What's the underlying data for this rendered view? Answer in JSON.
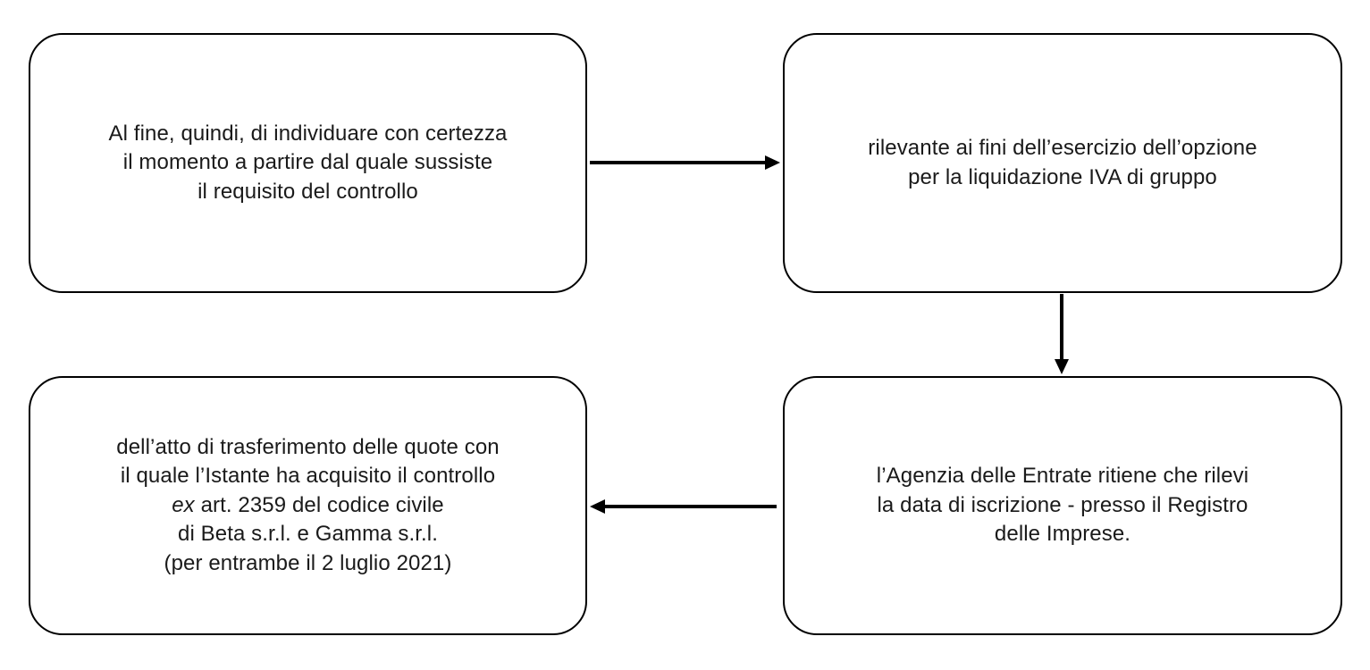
{
  "diagram": {
    "type": "flowchart",
    "language": "it",
    "colors": {
      "background": "#ffffff",
      "box_fill": "#ffffff",
      "box_border": "#000000",
      "arrow": "#000000",
      "text": "#1a1a1a"
    },
    "boxes": [
      {
        "id": "box-1",
        "position": "top-left",
        "lines": [
          "Al fine, quindi, di individuare con certezza",
          "il momento a partire dal quale sussiste",
          "il requisito del controllo"
        ]
      },
      {
        "id": "box-2",
        "position": "top-right",
        "lines": [
          "rilevante ai fini dell’esercizio dell’opzione",
          "per la liquidazione IVA di gruppo"
        ]
      },
      {
        "id": "box-3",
        "position": "bottom-right",
        "lines": [
          "l’Agenzia delle Entrate ritiene che rilevi",
          "la data di iscrizione - presso il Registro",
          "delle Imprese."
        ]
      },
      {
        "id": "box-4",
        "position": "bottom-left",
        "lines": [
          "dell’atto di trasferimento delle quote con",
          "il quale l’Istante ha acquisito il controllo",
          [
            {
              "text": "ex",
              "italic": true
            },
            {
              "text": " art. 2359 del codice civile"
            }
          ],
          "di Beta s.r.l. e Gamma s.r.l.",
          "(per entrambe il 2 luglio 2021)"
        ]
      }
    ],
    "arrows": [
      {
        "id": "arrow-1",
        "from": "box-1",
        "to": "box-2",
        "direction": "right"
      },
      {
        "id": "arrow-2",
        "from": "box-2",
        "to": "box-3",
        "direction": "down"
      },
      {
        "id": "arrow-3",
        "from": "box-3",
        "to": "box-4",
        "direction": "left"
      }
    ]
  }
}
